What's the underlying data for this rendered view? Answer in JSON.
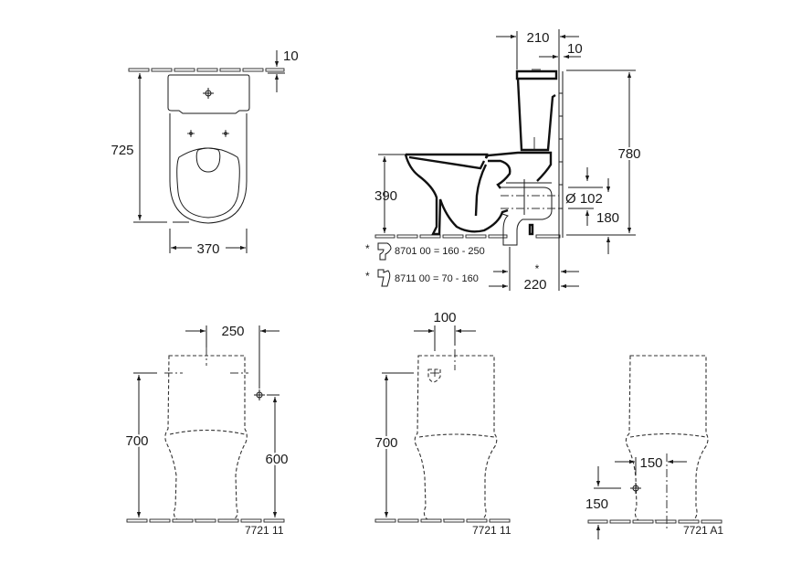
{
  "top_view": {
    "dim_depth": "725",
    "dim_width": "370",
    "dim_wall_gap": "10"
  },
  "side_view": {
    "dim_tank_depth": "210",
    "dim_wall_gap": "10",
    "dim_total_height": "780",
    "dim_bowl_height": "390",
    "dim_outlet_diameter": "Ø 102",
    "dim_outlet_height": "180",
    "dim_outlet_distance": "220",
    "outlet_asterisk": "*",
    "accessories": [
      {
        "marker": "*",
        "label": "8701 00 = 160 - 250"
      },
      {
        "marker": "*",
        "label": "8711 00 = 70 - 160"
      }
    ]
  },
  "front_views": [
    {
      "model": "7721 11",
      "dim_height": "700",
      "dim_offset": "250",
      "dim_supply_height": "600"
    },
    {
      "model": "7721 11",
      "dim_height": "700",
      "dim_offset": "100"
    },
    {
      "model": "7721 A1",
      "dim_offset": "150",
      "dim_supply_height": "150"
    }
  ]
}
